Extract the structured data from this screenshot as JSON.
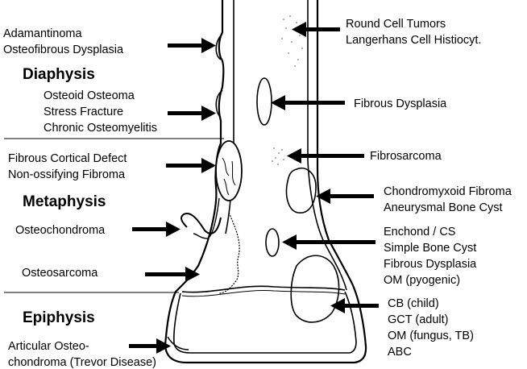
{
  "regions": {
    "diaphysis": "Diaphysis",
    "metaphysis": "Metaphysis",
    "epiphysis": "Epiphysis"
  },
  "labels": {
    "adamantinoma": [
      "Adamantinoma",
      "Osteofibrous Dysplasia"
    ],
    "osteoid": [
      "Osteoid Osteoma",
      "Stress Fracture",
      "Chronic Osteomyelitis"
    ],
    "fcd": [
      "Fibrous Cortical Defect",
      "Non-ossifying Fibroma"
    ],
    "osteochondroma": [
      "Osteochondroma"
    ],
    "osteosarcoma": [
      "Osteosarcoma"
    ],
    "articular": [
      "Articular Osteo-",
      "chondroma (Trevor Disease)"
    ],
    "round_cell": [
      "Round Cell Tumors",
      "Langerhans Cell Histiocyt."
    ],
    "fibrous_dysplasia": [
      "Fibrous Dysplasia"
    ],
    "fibrosarcoma": [
      "Fibrosarcoma"
    ],
    "cmf": [
      "Chondromyxoid Fibroma",
      "Aneurysmal Bone Cyst"
    ],
    "enchond": [
      "Enchond / CS",
      "Simple Bone Cyst",
      "Fibrous Dysplasia",
      "OM (pyogenic)"
    ],
    "cb": [
      "CB (child)",
      "GCT (adult)",
      "OM (fungus, TB)",
      "ABC"
    ]
  }
}
